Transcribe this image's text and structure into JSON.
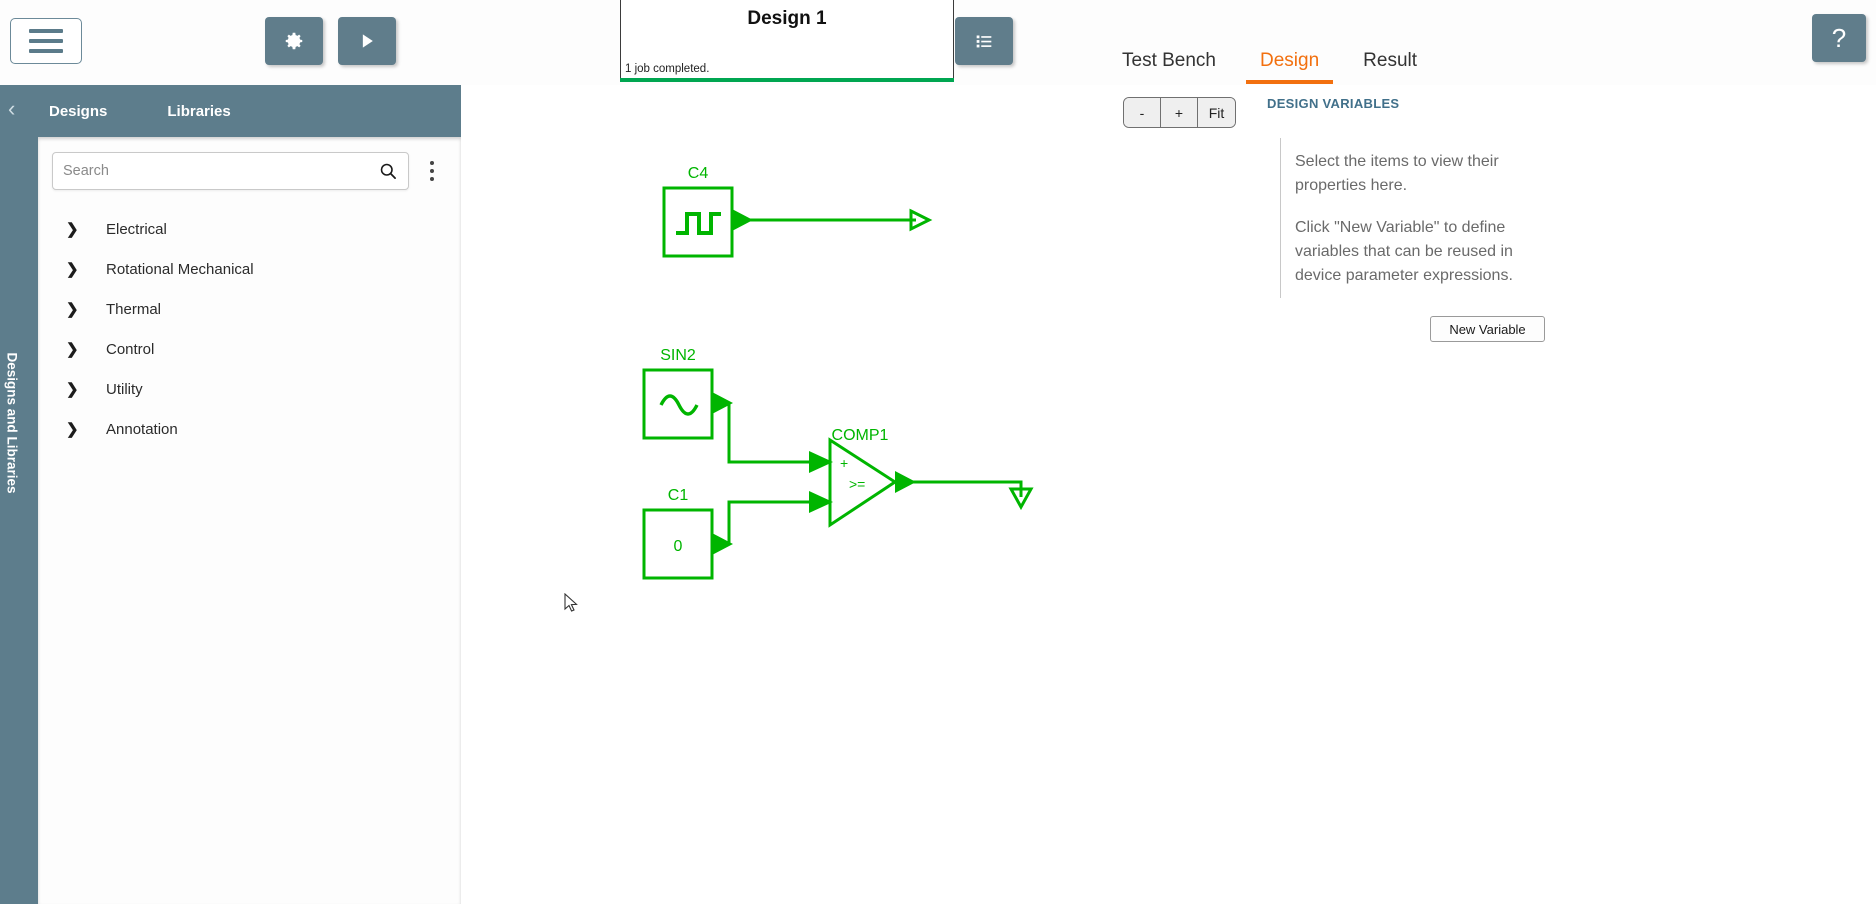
{
  "toolbar": {
    "menu_icon": "hamburger-icon",
    "settings_icon": "gear-icon",
    "run_icon": "play-icon",
    "list_icon": "list-icon",
    "help_label": "?"
  },
  "notification": {
    "title": "Design 1",
    "message": "1 job completed.",
    "progress_color": "#00a651",
    "progress_percent": 100
  },
  "tabs": [
    {
      "label": "Test Bench",
      "active": false
    },
    {
      "label": "Design",
      "active": true
    },
    {
      "label": "Result",
      "active": false
    }
  ],
  "accent_color": "#f2700f",
  "sidebar": {
    "rail_label": "Designs and Libraries",
    "collapse_icon": "chevron-left-icon",
    "tabs": [
      {
        "label": "Designs"
      },
      {
        "label": "Libraries"
      }
    ],
    "search": {
      "placeholder": "Search",
      "value": "",
      "icon": "search-icon"
    },
    "overflow_icon": "kebab-menu-icon",
    "tree": [
      {
        "label": "Electrical"
      },
      {
        "label": "Rotational Mechanical"
      },
      {
        "label": "Thermal"
      },
      {
        "label": "Control"
      },
      {
        "label": "Utility"
      },
      {
        "label": "Annotation"
      }
    ]
  },
  "canvas": {
    "zoom": {
      "out_label": "-",
      "in_label": "+",
      "fit_label": "Fit"
    },
    "design_variables": {
      "title": "DESIGN VARIABLES",
      "placeholder_lines": [
        "Select the items to view their properties here.",
        "Click \"New Variable\" to define variables that can be reused in device parameter expressions."
      ],
      "new_variable_label": "New Variable"
    },
    "schematic": {
      "wire_color": "#00b500",
      "blocks": [
        {
          "id": "C4",
          "label": "C4",
          "symbol": "pulse-source",
          "value": ""
        },
        {
          "id": "SIN2",
          "label": "SIN2",
          "symbol": "sine-source",
          "value": ""
        },
        {
          "id": "C1",
          "label": "C1",
          "symbol": "constant",
          "value": "0"
        },
        {
          "id": "COMP1",
          "label": "COMP1",
          "symbol": "comparator",
          "value": ">="
        }
      ],
      "comparator_plus_label": "+",
      "comparator_op_label": ">="
    }
  }
}
